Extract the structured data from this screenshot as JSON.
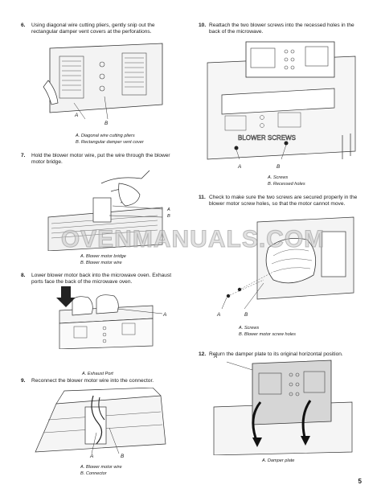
{
  "steps": [
    {
      "num": "6.",
      "text": "Using diagonal wire cutting pliers, gently snip out the rectangular damper vent covers at the perforations.",
      "captions": [
        "A. Diagonal wire cutting pliers",
        "B. Rectangular damper vent cover"
      ],
      "callouts": [
        "A",
        "B"
      ]
    },
    {
      "num": "7.",
      "text": "Hold the blower motor wire, put the wire through the blower motor bridge.",
      "captions": [
        "A. Blower motor bridge",
        "B. Blower motor wire"
      ],
      "callouts": [
        "A",
        "B"
      ]
    },
    {
      "num": "8.",
      "text": "Lower blower motor back into the microwave oven. Exhaust ports face the back of the microwave oven.",
      "captions": [
        "A. Exhaust Port"
      ],
      "callouts": [
        "A"
      ]
    },
    {
      "num": "9.",
      "text": "Reconnect the blower motor wire into the connector.",
      "captions": [
        "A. Blower motor wire",
        "B. Connector"
      ],
      "callouts": [
        "A",
        "B"
      ]
    },
    {
      "num": "10.",
      "text": "Reattach the two blower screws into the recessed holes in the back of the microwave.",
      "captions": [
        "A. Screws",
        "B. Recessed holes"
      ],
      "callouts": [
        "A",
        "B"
      ],
      "figure_text": "BLOWER SCREWS"
    },
    {
      "num": "11.",
      "text": "Check to make sure the two screws are secured properly in the blower motor screw holes, so that the motor cannot move.",
      "captions": [
        "A. Screws",
        "B. Blower motor screw holes"
      ],
      "callouts": [
        "A",
        "B"
      ]
    },
    {
      "num": "12.",
      "text": "Return the damper plate to its original horizontal position.",
      "captions": [
        "A. Damper plate"
      ],
      "callouts": [
        "A"
      ]
    }
  ],
  "watermark": "OVENMANUALS.COM",
  "page_number": "5"
}
